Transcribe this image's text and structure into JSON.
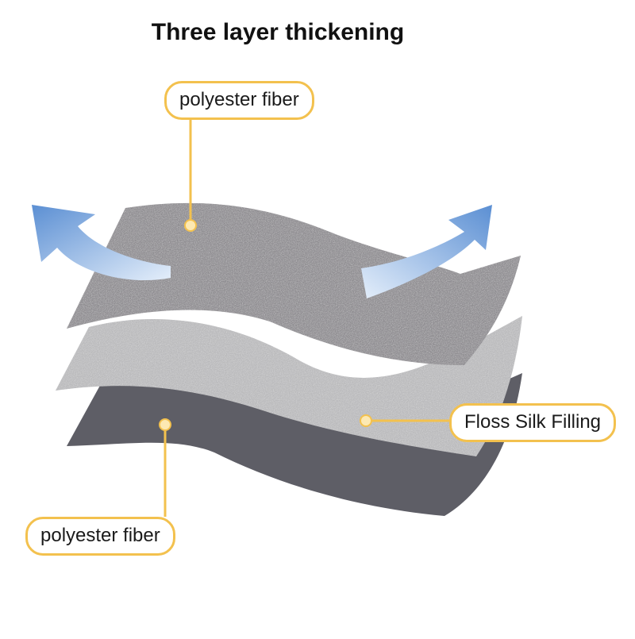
{
  "title": "Three layer thickening",
  "labels": {
    "top_layer": "polyester fiber",
    "middle_layer": "Floss Silk Filling",
    "bottom_layer": "polyester fiber"
  },
  "colors": {
    "accent": "#f3c14e",
    "top_layer": "#8e8c90",
    "middle_layer": "#b9b9bb",
    "bottom_layer": "#5e5e66",
    "arrow_light": "#c4dcf4",
    "arrow_dark": "#5b8fd3"
  },
  "icons": {
    "left_arrow": "curved-arrow-up-left-icon",
    "right_arrow": "curved-arrow-up-right-icon"
  }
}
